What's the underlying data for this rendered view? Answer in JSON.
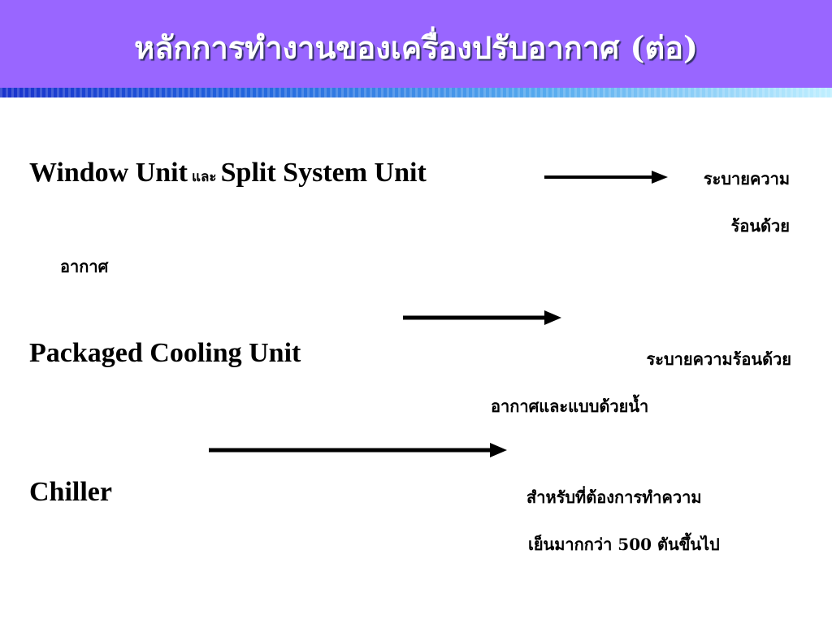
{
  "slide": {
    "title": "หลักการทำงานของเครื่องปรับอากาศ (ต่อ)"
  },
  "items": [
    {
      "name_part1": "Window Unit",
      "connector": "และ",
      "name_part2": "Split System Unit",
      "desc_line1": "ระบายความ",
      "desc_line2": "ร้อนด้วย",
      "desc_line3": "อากาศ"
    },
    {
      "name": "Packaged Cooling Unit",
      "desc_line1": "ระบายความร้อนด้วย",
      "desc_line2": "อากาศและแบบด้วยน้ำ"
    },
    {
      "name": "Chiller",
      "desc_line1": "สำหรับที่ต้องการทำความ",
      "desc_line2": "เย็นมากกว่า 500 ตันขึ้นไป"
    }
  ],
  "colors": {
    "header": "#9966ff",
    "title_text": "#ffffff",
    "stripe_start": "#1a33cc",
    "stripe_end": "#bfefff"
  },
  "icons": [
    "right-arrow-icon"
  ]
}
